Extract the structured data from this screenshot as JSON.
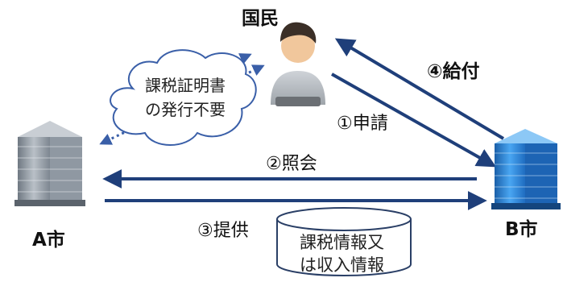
{
  "citizen": {
    "label": "国民"
  },
  "city_a": {
    "label": "A市"
  },
  "city_b": {
    "label": "B市"
  },
  "steps": {
    "apply": "①申請",
    "inquiry": "②照会",
    "provide": "③提供",
    "benefit": "④給付"
  },
  "cloud": {
    "line1": "課税証明書",
    "line2": "の発行不要"
  },
  "database": {
    "line1": "課税情報又",
    "line2": "は収入情報"
  },
  "colors": {
    "arrow": "#1f3f7a",
    "dotted": "#3a5fa8",
    "building_a": "#9aa3ad",
    "building_b": "#2f86d8"
  },
  "icons": {
    "citizen": "person-icon",
    "city_a": "building-icon",
    "city_b": "building-icon",
    "database": "database-icon",
    "cloud": "thought-cloud-icon"
  }
}
